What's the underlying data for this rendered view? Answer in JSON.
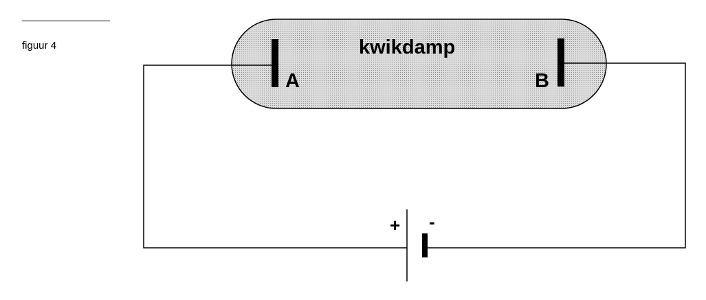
{
  "figure": {
    "label": "figuur 4"
  },
  "tube": {
    "gas_label": "kwikdamp",
    "fill_color": "#d6d6d6"
  },
  "electrodes": {
    "left_label": "A",
    "right_label": "B"
  },
  "battery": {
    "positive_label": "+",
    "negative_label": "-"
  }
}
